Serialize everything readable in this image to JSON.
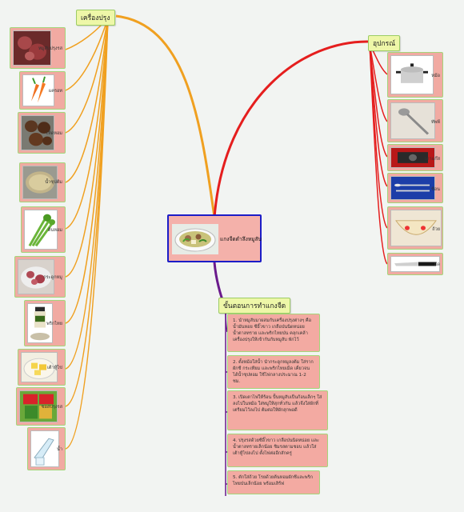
{
  "central": {
    "title": "แกงจืดตำลึงหมูสับ",
    "image_icon": "soup-bowl-icon"
  },
  "branches": {
    "ingredients": {
      "title": "เครื่องปรุง",
      "color": "#f0a020",
      "items": [
        {
          "label": "หมูสับปรุงรส",
          "icon": "minced-pork-icon"
        },
        {
          "label": "แครอท",
          "icon": "carrot-icon"
        },
        {
          "label": "เห็ดหอม",
          "icon": "shiitake-mushroom-icon"
        },
        {
          "label": "น้ำซุปต้ม",
          "icon": "broth-pot-icon"
        },
        {
          "label": "ต้นหอม",
          "icon": "celery-icon"
        },
        {
          "label": "กระดูกหมู",
          "icon": "pork-bones-icon"
        },
        {
          "label": "พริกไทย",
          "icon": "pepper-jar-icon"
        },
        {
          "label": "เต้าหู้ไข่",
          "icon": "tofu-icon"
        },
        {
          "label": "ซอสปรุงรส",
          "icon": "seasoning-bottles-icon"
        },
        {
          "label": "น้ำ",
          "icon": "water-bottle-icon"
        }
      ]
    },
    "equipment": {
      "title": "อุปกรณ์",
      "color": "#e51e1e",
      "items": [
        {
          "label": "หม้อ",
          "icon": "pot-icon"
        },
        {
          "label": "ทัพพี",
          "icon": "ladle-icon"
        },
        {
          "label": "เตาแก๊ส",
          "icon": "gas-stove-icon"
        },
        {
          "label": "ช้อน",
          "icon": "spoon-fork-icon"
        },
        {
          "label": "ถ้วย",
          "icon": "bowl-icon"
        },
        {
          "label": "มีด",
          "icon": "knife-icon"
        }
      ]
    },
    "steps": {
      "title": "ขั้นตอนการทำแกงจืด",
      "color": "#6a1a8c",
      "items": [
        "1. นำหมูสับมาผสมกับเครื่องปรุงต่างๆ คือน้ำมันหอย ซีอิ๊วขาว เกลือป่นนิดหน่อย น้ำตาลทราย และพริกไทยป่น คลุกเคล้าเครื่องปรุงให้เข้ากันกับหมูสับ พักไว้",
        "2. ตั้งหม้อใส่น้ำ นำกระดูกหมูลงต้ม ใส่รากผักชี กระเทียม และพริกไทยเม็ด เคี่ยวจนได้น้ำซุปหอม ใช้ไฟกลางประมาณ 1-2 ชม.",
        "3. เปิดเตาไฟให้ร้อน ปั้นหมูสับเป็นก้อนเล็กๆ ใส่ลงไปในหม้อ ใส่หมูให้สุกทั่วกัน แล้วจึงใส่ผักที่เตรียมไว้ลงไป ต้มต่อให้ผักสุกพอดี",
        "4. ปรุงรสด้วยซีอิ๊วขาว เกลือป่นนิดหน่อย และน้ำตาลทรายเล็กน้อย ชิมรสตามชอบ แล้วใส่เต้าหู้ไข่ลงไป ตั้งไฟต่ออีกสักครู่",
        "5. ตักใส่ถ้วย โรยด้วยต้นหอมผักชีและพริกไทยป่นเล็กน้อย พร้อมเสิร์ฟ"
      ]
    }
  }
}
